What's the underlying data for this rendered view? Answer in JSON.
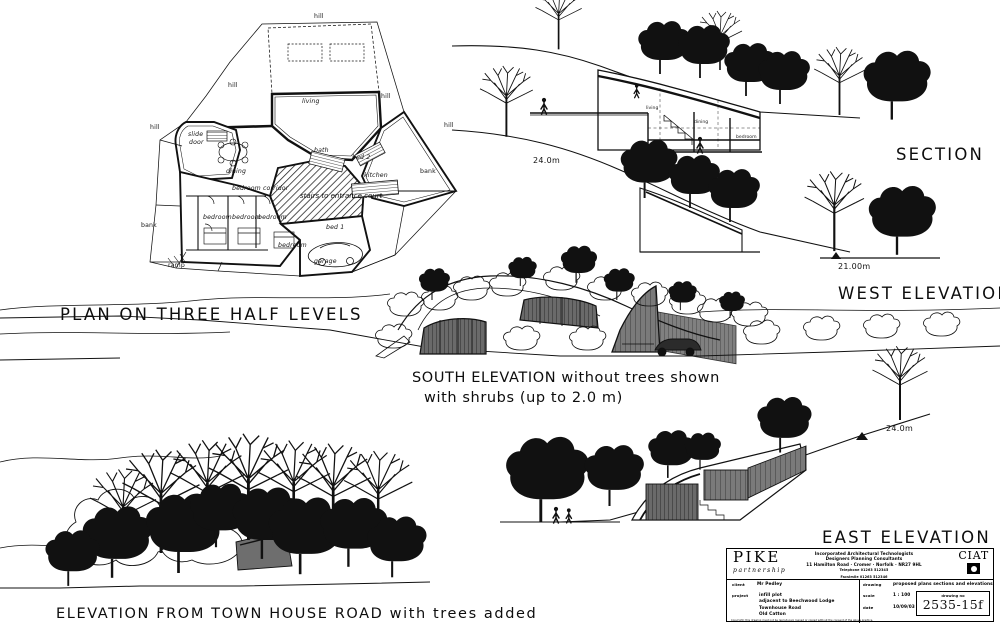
{
  "sheet": {
    "type": "architectural-drawing-sheet",
    "medium": "line drawing, black ink on white",
    "subject": "earth-sheltered house on sloping hillside site"
  },
  "captions": {
    "plan": "PLAN ON THREE HALF LEVELS",
    "section": "SECTION",
    "west_elevation": "WEST ELEVATION",
    "east_elevation": "EAST ELEVATION",
    "south_elevation_line1": "SOUTH ELEVATION without trees shown",
    "south_elevation_line2": "with shrubs (up to 2.0 m)",
    "town_house_road": "ELEVATION FROM TOWN HOUSE ROAD with trees added"
  },
  "plan_labels": {
    "hill_top": "hill",
    "hill_left_upper": "hill",
    "hill_left_outer": "hill",
    "hill_right": "hill",
    "hill_far_left": "hill",
    "living": "living",
    "slide_door_l1": "slide",
    "slide_door_l2": "door",
    "dining": "dining",
    "kitchen": "kitchen",
    "bath": "bath",
    "bed1": "bed 1",
    "bed2": "bed 2",
    "bedroom_a": "bedroom",
    "bedroom_b": "bedroom",
    "bedroom_c": "bedroom",
    "bedroom_d": "bedroom",
    "bedroom_corridor": "bedroom corridor",
    "garage": "garage",
    "bank_left": "bank",
    "bank_right": "bank",
    "ramp": "ramp",
    "stairs_note": "stairs to entrance court"
  },
  "section_labels": {
    "living": "living",
    "dining": "dining",
    "bedroom": "bedroom"
  },
  "levels": {
    "section_level": "24.0m",
    "west_level": "21.00m",
    "east_level": "24.0m"
  },
  "titleblock": {
    "practice_name": "PIKE",
    "practice_suffix": "partnership",
    "accreditation_line1": "Incorporated Architectural Technologists Designers Planning Consultants",
    "accreditation_line2": "11 Hamilton Road  ·  Cromer  ·  Norfolk  ·  NR27 9HL",
    "accreditation_line3": "Telephone 01263 512345",
    "accreditation_line4": "Facsimile 01263 512346",
    "institute": "CIAT",
    "client_key": "client",
    "client_value": "Mr Pedley",
    "drawing_key": "drawing",
    "drawing_value": "proposed plans sections and elevations",
    "project_key": "project",
    "project_line1": "infill plot",
    "project_line2": "adjacent to Beechwood Lodge",
    "project_line3": "Townhouse Road",
    "project_line4": "Old Catton",
    "scale_key": "scale",
    "scale_value": "1 : 100",
    "date_key": "date",
    "date_value": "10/09/03",
    "drawing_no_key": "drawing no",
    "drawing_no_value": "2535-15f",
    "copyright_note": "Copyright: this drawing must not be reproduced, loaned or copied without the consent of the above practice."
  },
  "colors": {
    "ink": "#111111",
    "paper": "#ffffff",
    "glass": "#5d5d5d",
    "glass_dark": "#3a3a3a",
    "roof": "#6f6f6f",
    "hatch": "#2b2b2b"
  }
}
